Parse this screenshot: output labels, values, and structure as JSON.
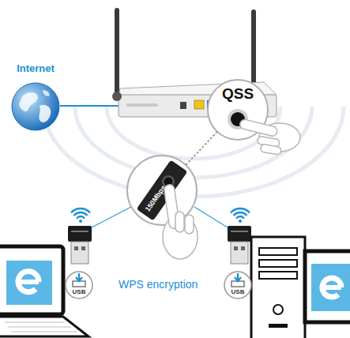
{
  "diagram": {
    "nodes": [
      {
        "text": [
          "Internet"
        ]
      },
      {
        "text": [
          "QSS"
        ]
      },
      {
        "text": [
          "150Mbps"
        ]
      },
      {
        "text": [
          "USB"
        ]
      },
      {
        "text": [
          "USB"
        ]
      }
    ],
    "edges": [
      {
        "from": 1,
        "to": 2,
        "arrow": "none"
      }
    ],
    "labels": [
      "WPS encryption"
    ]
  }
}
